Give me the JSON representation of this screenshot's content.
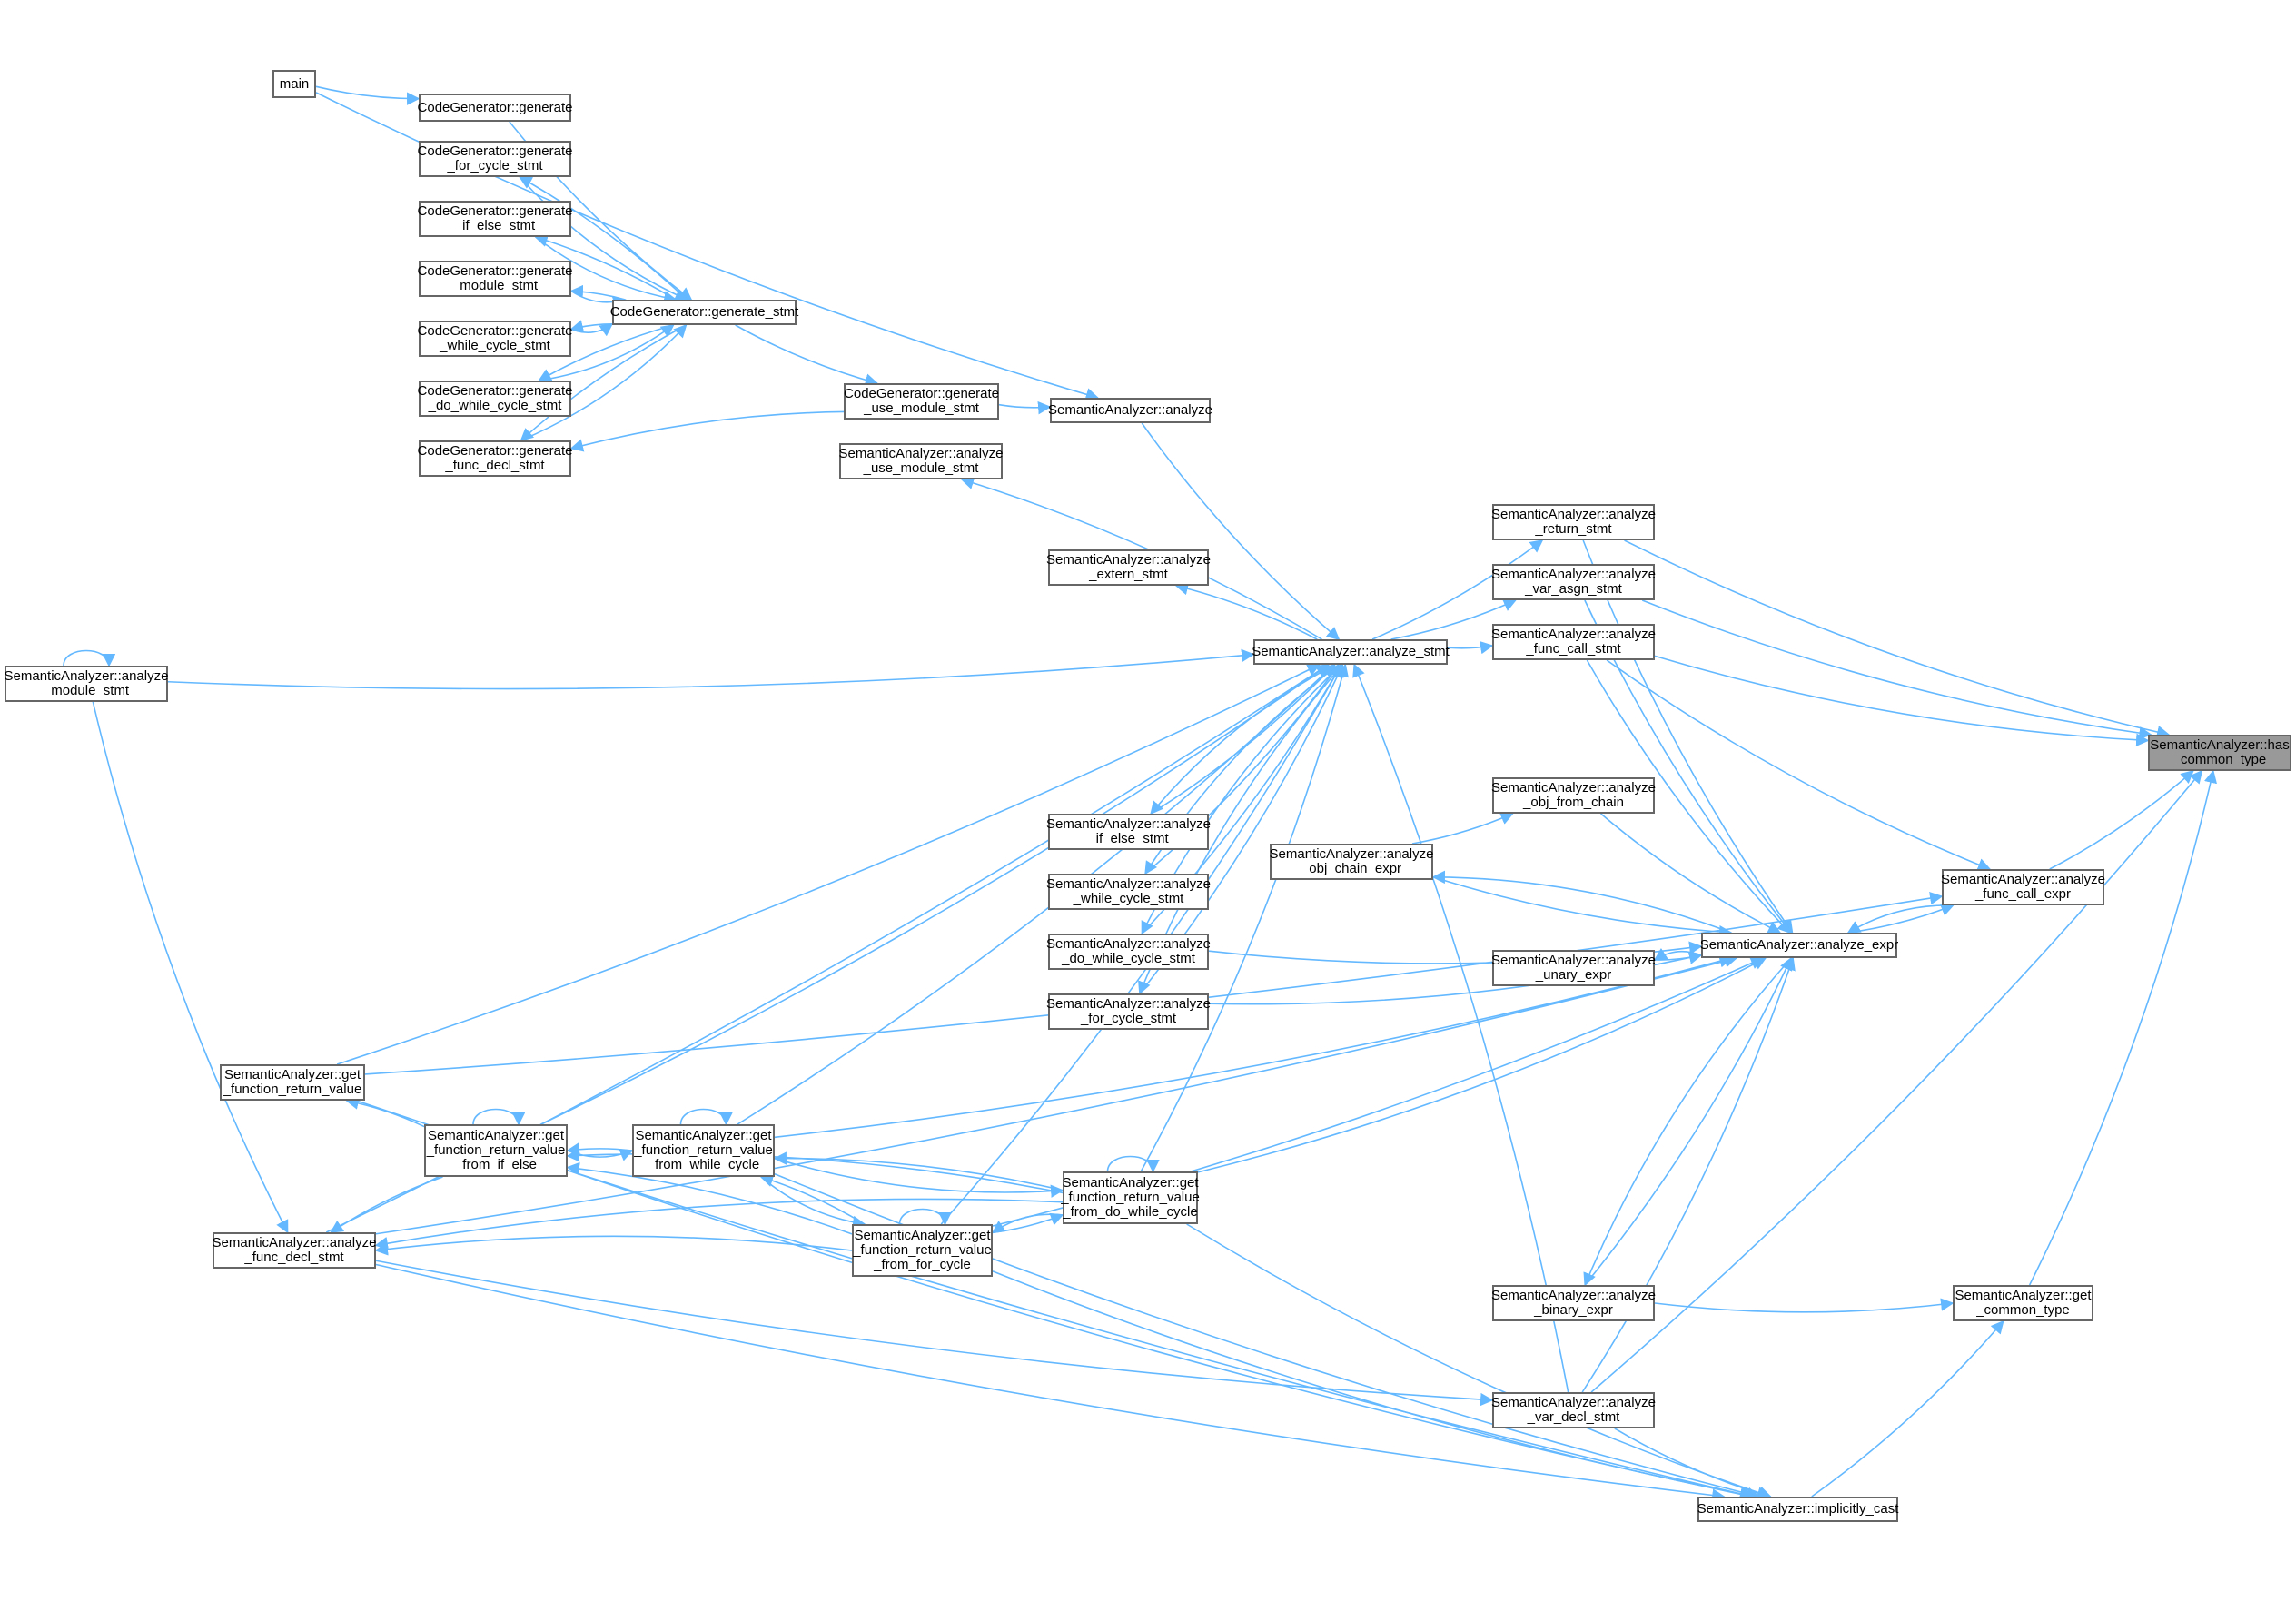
{
  "graph": {
    "title": "Caller graph of SemanticAnalyzer::has_common_type",
    "focus_node": "has_common_type",
    "colors": {
      "edge": "#63b8ff",
      "node_border": "#666666",
      "focus_fill": "#999999"
    },
    "nodes": {
      "main": [
        "main"
      ],
      "generate": [
        "CodeGenerator::generate"
      ],
      "gen_for": [
        "CodeGenerator::generate",
        "_for_cycle_stmt"
      ],
      "gen_if": [
        "CodeGenerator::generate",
        "_if_else_stmt"
      ],
      "gen_module": [
        "CodeGenerator::generate",
        "_module_stmt"
      ],
      "gen_while": [
        "CodeGenerator::generate",
        "_while_cycle_stmt"
      ],
      "gen_do": [
        "CodeGenerator::generate",
        "_do_while_cycle_stmt"
      ],
      "gen_func_decl": [
        "CodeGenerator::generate",
        "_func_decl_stmt"
      ],
      "generate_stmt": [
        "CodeGenerator::generate_stmt"
      ],
      "gen_use_module": [
        "CodeGenerator::generate",
        "_use_module_stmt"
      ],
      "analyze": [
        "SemanticAnalyzer::analyze"
      ],
      "use_module": [
        "SemanticAnalyzer::analyze",
        "_use_module_stmt"
      ],
      "module_stmt": [
        "SemanticAnalyzer::analyze",
        "_module_stmt"
      ],
      "extern_stmt": [
        "SemanticAnalyzer::analyze",
        "_extern_stmt"
      ],
      "analyze_stmt": [
        "SemanticAnalyzer::analyze_stmt"
      ],
      "return_stmt": [
        "SemanticAnalyzer::analyze",
        "_return_stmt"
      ],
      "var_asgn": [
        "SemanticAnalyzer::analyze",
        "_var_asgn_stmt"
      ],
      "func_call_stmt": [
        "SemanticAnalyzer::analyze",
        "_func_call_stmt"
      ],
      "has_common_type": [
        "SemanticAnalyzer::has",
        "_common_type"
      ],
      "obj_from_chain": [
        "SemanticAnalyzer::analyze",
        "_obj_from_chain"
      ],
      "obj_chain_expr": [
        "SemanticAnalyzer::analyze",
        "_obj_chain_expr"
      ],
      "if_else": [
        "SemanticAnalyzer::analyze",
        "_if_else_stmt"
      ],
      "while_cycle": [
        "SemanticAnalyzer::analyze",
        "_while_cycle_stmt"
      ],
      "do_while": [
        "SemanticAnalyzer::analyze",
        "_do_while_cycle_stmt"
      ],
      "for_cycle": [
        "SemanticAnalyzer::analyze",
        "_for_cycle_stmt"
      ],
      "analyze_expr": [
        "SemanticAnalyzer::analyze_expr"
      ],
      "unary_expr": [
        "SemanticAnalyzer::analyze",
        "_unary_expr"
      ],
      "func_call_expr": [
        "SemanticAnalyzer::analyze",
        "_func_call_expr"
      ],
      "gfrv": [
        "SemanticAnalyzer::get",
        "_function_return_value"
      ],
      "gfrv_if": [
        "SemanticAnalyzer::get",
        "_function_return_value",
        "_from_if_else"
      ],
      "gfrv_while": [
        "SemanticAnalyzer::get",
        "_function_return_value",
        "_from_while_cycle"
      ],
      "gfrv_do": [
        "SemanticAnalyzer::get",
        "_function_return_value",
        "_from_do_while_cycle"
      ],
      "gfrv_for": [
        "SemanticAnalyzer::get",
        "_function_return_value",
        "_from_for_cycle"
      ],
      "func_decl": [
        "SemanticAnalyzer::analyze",
        "_func_decl_stmt"
      ],
      "binary_expr": [
        "SemanticAnalyzer::analyze",
        "_binary_expr"
      ],
      "get_common_type": [
        "SemanticAnalyzer::get",
        "_common_type"
      ],
      "var_decl": [
        "SemanticAnalyzer::analyze",
        "_var_decl_stmt"
      ],
      "implicitly_cast": [
        "SemanticAnalyzer::implicitly_cast"
      ]
    },
    "edges": [
      [
        "return_stmt",
        "has_common_type"
      ],
      [
        "var_asgn",
        "has_common_type"
      ],
      [
        "func_call_stmt",
        "has_common_type"
      ],
      [
        "func_call_expr",
        "has_common_type"
      ],
      [
        "get_common_type",
        "has_common_type"
      ],
      [
        "var_decl",
        "has_common_type"
      ],
      [
        "analyze_expr",
        "func_call_expr"
      ],
      [
        "func_call_expr",
        "analyze_expr"
      ],
      [
        "func_call_stmt",
        "func_call_expr"
      ],
      [
        "binary_expr",
        "get_common_type"
      ],
      [
        "implicitly_cast",
        "get_common_type"
      ],
      [
        "return_stmt",
        "analyze_expr"
      ],
      [
        "var_asgn",
        "analyze_expr"
      ],
      [
        "func_call_stmt",
        "analyze_expr"
      ],
      [
        "obj_from_chain",
        "analyze_expr"
      ],
      [
        "obj_chain_expr",
        "analyze_expr"
      ],
      [
        "analyze_expr",
        "obj_chain_expr"
      ],
      [
        "unary_expr",
        "analyze_expr"
      ],
      [
        "analyze_expr",
        "unary_expr"
      ],
      [
        "do_while",
        "analyze_expr"
      ],
      [
        "for_cycle",
        "analyze_expr"
      ],
      [
        "binary_expr",
        "analyze_expr"
      ],
      [
        "analyze_expr",
        "binary_expr"
      ],
      [
        "var_decl",
        "analyze_expr"
      ],
      [
        "gfrv_while",
        "analyze_expr"
      ],
      [
        "gfrv_do",
        "analyze_expr"
      ],
      [
        "gfrv_for",
        "analyze_expr"
      ],
      [
        "func_decl",
        "analyze_expr"
      ],
      [
        "analyze_stmt",
        "return_stmt"
      ],
      [
        "analyze_stmt",
        "var_asgn"
      ],
      [
        "analyze_stmt",
        "func_call_stmt"
      ],
      [
        "obj_chain_expr",
        "obj_from_chain"
      ],
      [
        "analyze",
        "analyze_stmt"
      ],
      [
        "module_stmt",
        "analyze_stmt"
      ],
      [
        "if_else",
        "analyze_stmt"
      ],
      [
        "analyze_stmt",
        "if_else"
      ],
      [
        "while_cycle",
        "analyze_stmt"
      ],
      [
        "analyze_stmt",
        "while_cycle"
      ],
      [
        "do_while",
        "analyze_stmt"
      ],
      [
        "analyze_stmt",
        "do_while"
      ],
      [
        "for_cycle",
        "analyze_stmt"
      ],
      [
        "analyze_stmt",
        "for_cycle"
      ],
      [
        "analyze_stmt",
        "extern_stmt"
      ],
      [
        "analyze_stmt",
        "use_module"
      ],
      [
        "gfrv",
        "analyze_stmt"
      ],
      [
        "gfrv_if",
        "analyze_stmt"
      ],
      [
        "gfrv_while",
        "analyze_stmt"
      ],
      [
        "gfrv_do",
        "analyze_stmt"
      ],
      [
        "gfrv_for",
        "analyze_stmt"
      ],
      [
        "func_decl",
        "analyze_stmt"
      ],
      [
        "var_decl",
        "analyze_stmt"
      ],
      [
        "main",
        "analyze"
      ],
      [
        "gen_use_module",
        "analyze"
      ],
      [
        "generate_stmt",
        "gen_use_module"
      ],
      [
        "gen_use_module",
        "gen_func_decl"
      ],
      [
        "main",
        "generate"
      ],
      [
        "generate",
        "generate_stmt"
      ],
      [
        "generate_stmt",
        "gen_for"
      ],
      [
        "gen_for",
        "generate_stmt"
      ],
      [
        "generate_stmt",
        "gen_if"
      ],
      [
        "gen_if",
        "generate_stmt"
      ],
      [
        "generate_stmt",
        "gen_module"
      ],
      [
        "gen_module",
        "generate_stmt"
      ],
      [
        "generate_stmt",
        "gen_while"
      ],
      [
        "gen_while",
        "generate_stmt"
      ],
      [
        "generate_stmt",
        "gen_do"
      ],
      [
        "gen_do",
        "generate_stmt"
      ],
      [
        "generate_stmt",
        "gen_func_decl"
      ],
      [
        "gen_func_decl",
        "generate_stmt"
      ],
      [
        "module_stmt",
        "module_stmt"
      ],
      [
        "gfrv_if",
        "gfrv_if"
      ],
      [
        "gfrv_while",
        "gfrv_while"
      ],
      [
        "gfrv_do",
        "gfrv_do"
      ],
      [
        "gfrv_for",
        "gfrv_for"
      ],
      [
        "gfrv_if",
        "gfrv"
      ],
      [
        "gfrv_if",
        "func_decl"
      ],
      [
        "gfrv_while",
        "gfrv_if"
      ],
      [
        "gfrv_if",
        "gfrv_while"
      ],
      [
        "gfrv_do",
        "gfrv_if"
      ],
      [
        "gfrv_do",
        "gfrv_while"
      ],
      [
        "gfrv_while",
        "gfrv_do"
      ],
      [
        "gfrv_for",
        "gfrv_do"
      ],
      [
        "gfrv_do",
        "gfrv_for"
      ],
      [
        "gfrv_for",
        "gfrv_if"
      ],
      [
        "gfrv_for",
        "gfrv_while"
      ],
      [
        "gfrv_while",
        "gfrv_for"
      ],
      [
        "gfrv_for",
        "func_decl"
      ],
      [
        "gfrv_do",
        "func_decl"
      ],
      [
        "module_stmt",
        "func_decl"
      ],
      [
        "func_decl",
        "var_decl"
      ],
      [
        "var_decl",
        "implicitly_cast"
      ],
      [
        "func_decl",
        "implicitly_cast"
      ],
      [
        "gfrv",
        "implicitly_cast"
      ],
      [
        "gfrv_if",
        "implicitly_cast"
      ],
      [
        "gfrv_while",
        "implicitly_cast"
      ],
      [
        "gfrv_do",
        "implicitly_cast"
      ],
      [
        "gfrv_for",
        "implicitly_cast"
      ],
      [
        "gfrv",
        "func_call_expr"
      ]
    ]
  }
}
